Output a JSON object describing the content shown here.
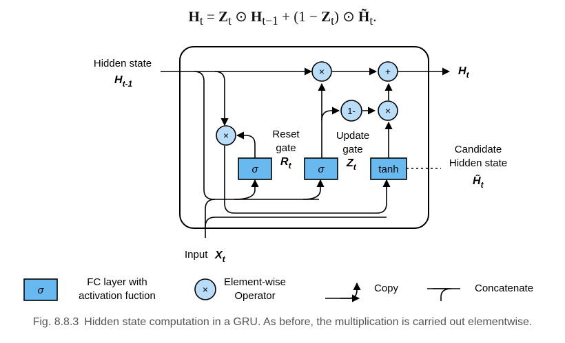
{
  "equation": {
    "lhs": "H",
    "lhs_sub": "t",
    "eq": " = ",
    "z": "Z",
    "z_sub": "t",
    "odot": " ⊙ ",
    "h_prev": "H",
    "h_prev_sub": "t−1",
    "plus_open": " + (1 − ",
    "z2": "Z",
    "z2_sub": "t",
    "close_odot": ") ⊙ ",
    "h_tilde": "H̃",
    "h_tilde_sub": "t",
    "end": "."
  },
  "labels": {
    "hidden_state": "Hidden state",
    "h_prev_var": "H",
    "h_prev_sub": "t-1",
    "h_out_var": "H",
    "h_out_sub": "t",
    "reset_line1": "Reset",
    "reset_line2": "gate",
    "reset_var": "R",
    "reset_sub": "t",
    "update_line1": "Update",
    "update_line2": "gate",
    "update_var": "Z",
    "update_sub": "t",
    "candidate_line1": "Candidate",
    "candidate_line2": "Hidden state",
    "candidate_var": "H̃",
    "candidate_sub": "t",
    "input": "Input",
    "input_var": "X",
    "input_sub": "t"
  },
  "nodes": {
    "sigma": "σ",
    "tanh": "tanh",
    "times": "×",
    "plus": "+",
    "one_minus": "1-"
  },
  "legend": {
    "fc_symbol": "σ",
    "fc_line1": "FC layer with",
    "fc_line2": "activation fuction",
    "op_symbol": "×",
    "op_line1": "Element-wise",
    "op_line2": "Operator",
    "copy": "Copy",
    "concatenate": "Concatenate"
  },
  "caption": {
    "fig": "Fig. 8.8.3",
    "text": "Hidden state computation in a GRU. As before, the multiplication is carried out elementwise."
  },
  "colors": {
    "box_fill": "#67B9EF",
    "node_fill": "#B9DDF8",
    "line": "#000000",
    "caption": "#555555"
  }
}
